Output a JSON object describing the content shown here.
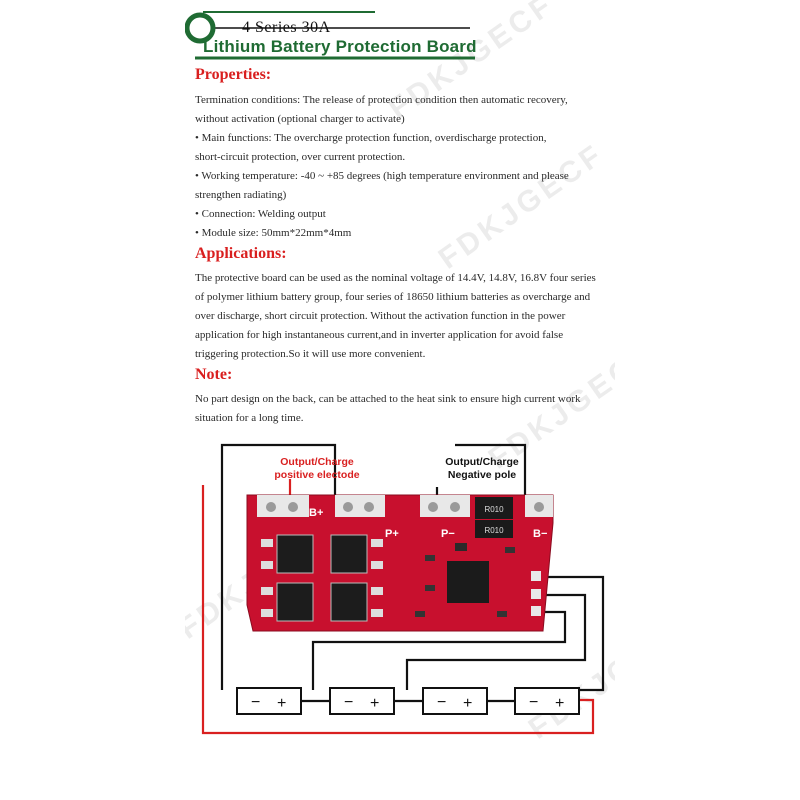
{
  "header": {
    "top_title": "4 Series 30A",
    "main_title": "Lithium Battery Protection Board"
  },
  "properties": {
    "title": "Properties:",
    "lines": [
      "Termination conditions: The release of protection condition then automatic recovery,",
      "without activation (optional charger to activate)",
      "• Main functions: The overcharge protection function, overdischarge protection,",
      "short-circuit protection, over current protection.",
      "• Working temperature: -40 ~ +85 degrees (high temperature environment and please",
      "strengthen radiating)",
      "• Connection: Welding output",
      "• Module size: 50mm*22mm*4mm"
    ]
  },
  "applications": {
    "title": "Applications:",
    "lines": [
      "The protective board can be used as the nominal voltage of 14.4V, 14.8V, 16.8V four series",
      "of polymer lithium battery group, four series of 18650 lithium batteries as overcharge and",
      "over discharge, short circuit protection. Without the activation function in the power",
      "application for high instantaneous current,and in inverter application for avoid false",
      "triggering protection.So it will use more convenient."
    ]
  },
  "note": {
    "title": "Note:",
    "lines": [
      "No part design on the back, can be attached to the heat sink to ensure high current work",
      "situation for a long time."
    ]
  },
  "diagram": {
    "label_positive_1": "Output/Charge",
    "label_positive_2": "positive electode",
    "label_negative_1": "Output/Charge",
    "label_negative_2": "Negative pole",
    "pad_bplus": "B+",
    "pad_pplus": "P+",
    "pad_pminus": "P−",
    "pad_bminus": "B−",
    "resistor_1": "R010",
    "resistor_2": "R010",
    "battery_minus": "−",
    "battery_plus": "+",
    "colors": {
      "pcb": "#c8102e",
      "positive_wire": "#d92020",
      "wire": "#111111",
      "title_green": "#1f6b33"
    }
  },
  "watermark": "FDKJGECF"
}
